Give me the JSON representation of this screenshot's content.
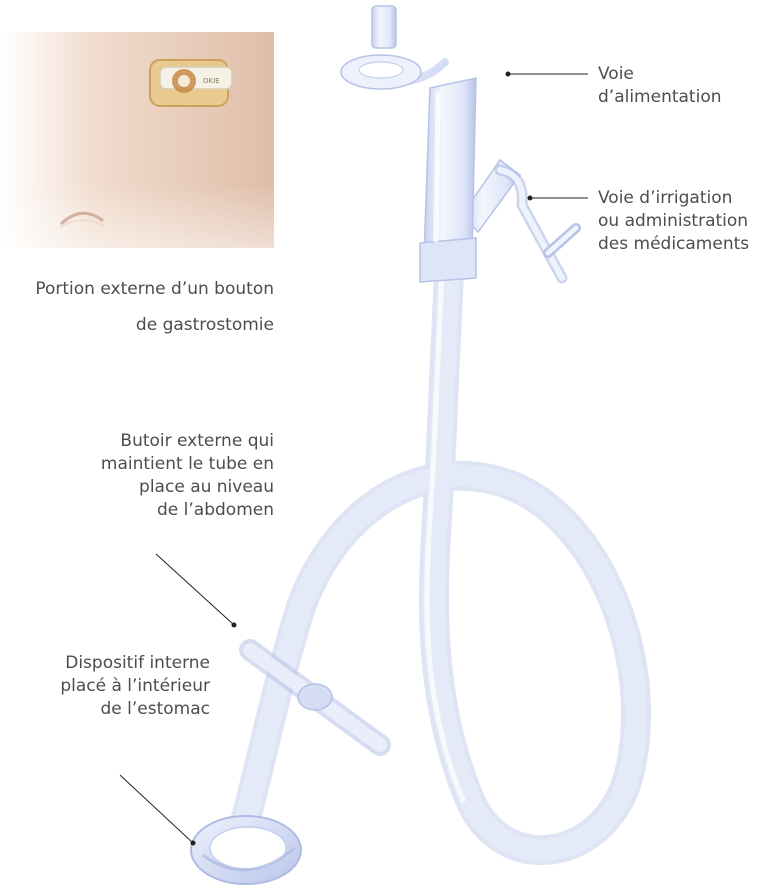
{
  "labels": {
    "feeding_port": "Voie\nd’alimentation",
    "irrigation_port": "Voie d’irrigation\nou administration\ndes médicaments",
    "photo_caption": "Portion externe d’un bouton\nde gastrostomie",
    "external_bumper": "Butoir externe qui\nmaintient le tube en\nplace au niveau\nde l’abdomen",
    "internal_device": "Dispositif interne\nplacé à l’intérieur\nde l’estomac"
  },
  "photo": {
    "button_text": "OKIE"
  },
  "colors": {
    "tube": "#dde5f8",
    "tube_edge": "#b7c3e6",
    "skin": "#e4c6b2",
    "leader_line": "#222222",
    "text": "#4d4d4d"
  }
}
